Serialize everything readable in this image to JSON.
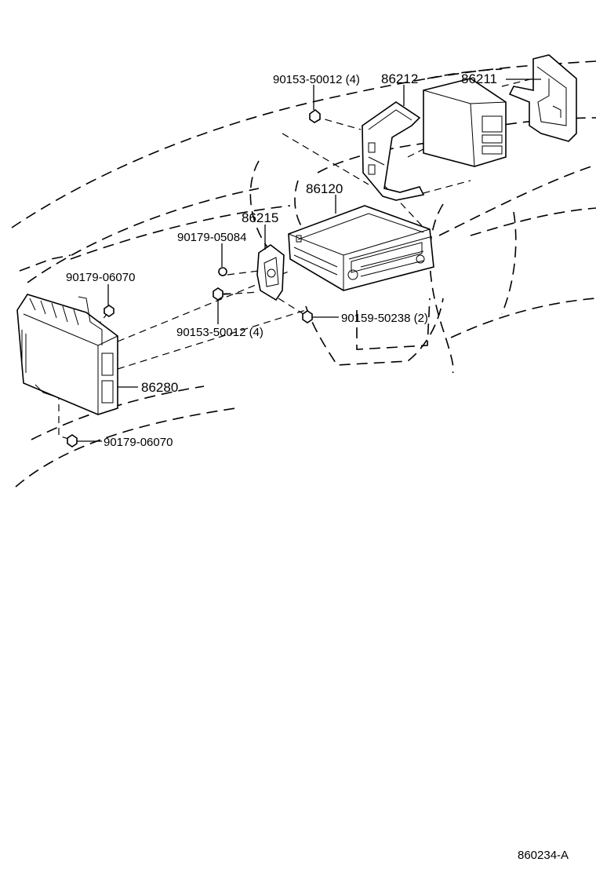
{
  "diagram": {
    "callouts": {
      "bolt_top": "90153-50012 (4)",
      "bracket_86212": "86212",
      "unit_86211": "86211",
      "radio_86120": "86120",
      "bracket_86215": "86215",
      "screw_05084": "90179-05084",
      "nut_06070_upper": "90179-06070",
      "bolt_mid": "90153-50012 (4)",
      "screw_50238": "90159-50238 (2)",
      "amp_86280": "86280",
      "nut_06070_lower": "90179-06070"
    },
    "figure_code": "860234-A"
  }
}
